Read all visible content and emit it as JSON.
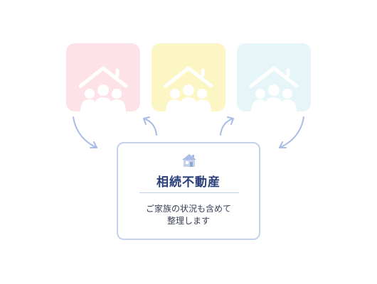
{
  "colors": {
    "tile_pink": "#fde3e8",
    "tile_yellow": "#fbf6c3",
    "tile_cyan": "#e6f6f8",
    "arrow": "#a9bce6",
    "card_border": "#c5d2ec",
    "title": "#283e78"
  },
  "icons": {
    "tile": "house-with-family-icon",
    "card": "house-icon"
  },
  "card": {
    "title": "相続不動産",
    "description_line1": "ご家族の状況も含めて",
    "description_line2": "整理します"
  }
}
